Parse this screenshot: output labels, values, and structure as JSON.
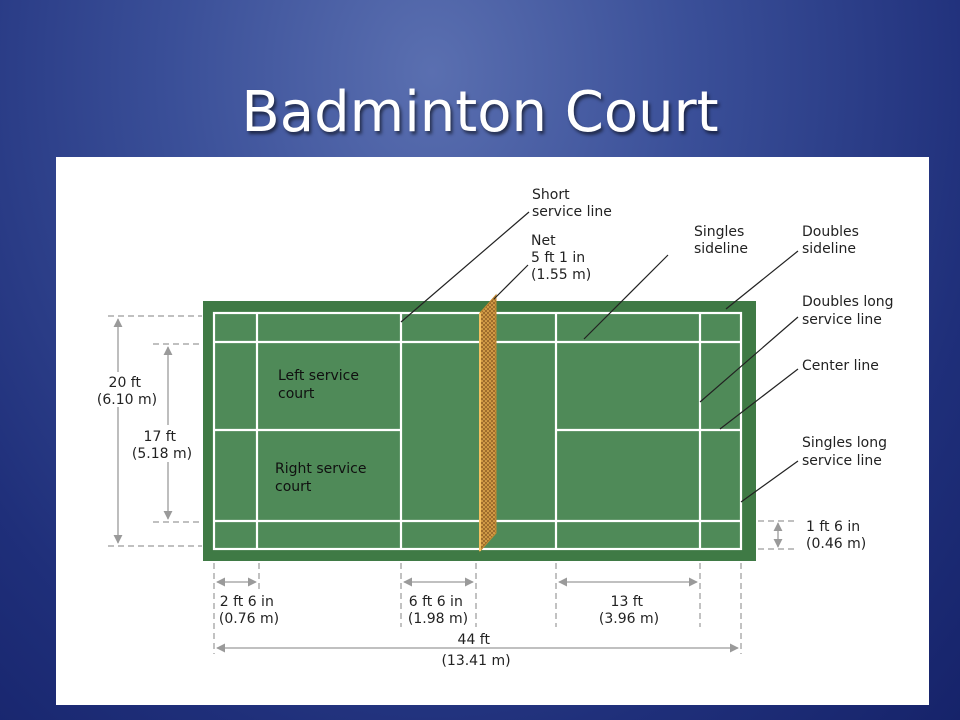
{
  "slide": {
    "title": "Badminton Court"
  },
  "diagram": {
    "labels": {
      "short_service_line": [
        "Short",
        "service line"
      ],
      "net": [
        "Net",
        "5 ft 1 in",
        "(1.55 m)"
      ],
      "singles_sideline": [
        "Singles",
        "sideline"
      ],
      "doubles_sideline": [
        "Doubles",
        "sideline"
      ],
      "doubles_long_service_line": [
        "Doubles long",
        "service line"
      ],
      "center_line": [
        "Center line"
      ],
      "singles_long_service_line": [
        "Singles long",
        "service line"
      ],
      "left_service_court": [
        "Left service",
        "court"
      ],
      "right_service_court": [
        "Right service",
        "court"
      ]
    },
    "dimensions": {
      "width_20ft": [
        "20 ft",
        "(6.10 m)"
      ],
      "width_17ft": [
        "17 ft",
        "(5.18 m)"
      ],
      "gap_1ft6": [
        "1 ft  6 in",
        "(0.46 m)"
      ],
      "gap_2ft6": [
        "2 ft 6 in",
        "(0.76 m)"
      ],
      "gap_6ft6": [
        "6 ft 6 in",
        "(1.98 m)"
      ],
      "gap_13ft": [
        "13 ft",
        "(3.96 m)"
      ],
      "length_44ft": [
        "44 ft",
        "(13.41 m)"
      ]
    },
    "colors": {
      "court_surround": "#3f7a45",
      "court_surface": "#4f8a58",
      "lines": "#ffffff",
      "net": "#d9a24a",
      "dimension_lines": "#9a9a9a"
    }
  }
}
